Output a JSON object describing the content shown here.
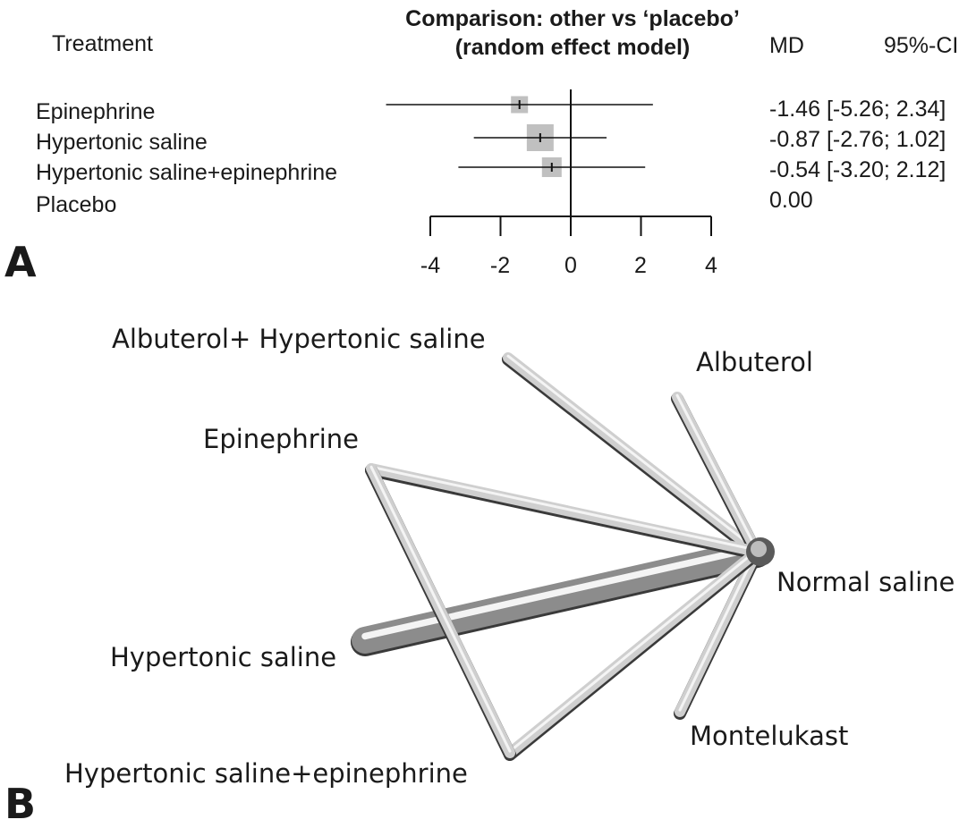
{
  "chart_data": [
    {
      "type": "forest",
      "title_line1": "Comparison: other vs ‘placebo’",
      "title_line2": "(random effect model)",
      "column_headers": {
        "treatment": "Treatment",
        "md": "MD",
        "ci": "95%-CI"
      },
      "xlim": [
        -4,
        4
      ],
      "x_ticks": [
        -4,
        -2,
        0,
        2,
        4
      ],
      "tick_labels": [
        "-4",
        "-2",
        "0",
        "2",
        "4"
      ],
      "rows": [
        {
          "label": "Epinephrine",
          "md": -1.46,
          "lower": -5.26,
          "upper": 2.34,
          "md_text": "-1.46",
          "ci_text": "[-5.26; 2.34]",
          "weight": 0.45
        },
        {
          "label": "Hypertonic saline",
          "md": -0.87,
          "lower": -2.76,
          "upper": 1.02,
          "md_text": "-0.87",
          "ci_text": "[-2.76; 1.02]",
          "weight": 1.0
        },
        {
          "label": "Hypertonic saline+epinephrine",
          "md": -0.54,
          "lower": -3.2,
          "upper": 2.12,
          "md_text": "-0.54",
          "ci_text": "[-3.20; 2.12]",
          "weight": 0.6
        },
        {
          "label": "Placebo",
          "md": 0.0,
          "md_text": "0.00",
          "ci_text": ""
        }
      ],
      "panel_label": "A"
    },
    {
      "type": "network",
      "panel_label": "B",
      "nodes": [
        {
          "id": "albhs",
          "label": "Albuterol+ Hypertonic saline"
        },
        {
          "id": "alb",
          "label": "Albuterol"
        },
        {
          "id": "epi",
          "label": "Epinephrine"
        },
        {
          "id": "ns",
          "label": "Normal saline"
        },
        {
          "id": "hs",
          "label": "Hypertonic saline"
        },
        {
          "id": "mont",
          "label": "Montelukast"
        },
        {
          "id": "hsepi",
          "label": "Hypertonic saline+epinephrine"
        }
      ],
      "edges": [
        {
          "from": "hs",
          "to": "ns",
          "weight": 5
        },
        {
          "from": "albhs",
          "to": "ns",
          "weight": 1
        },
        {
          "from": "alb",
          "to": "ns",
          "weight": 1
        },
        {
          "from": "epi",
          "to": "ns",
          "weight": 1
        },
        {
          "from": "mont",
          "to": "ns",
          "weight": 1
        },
        {
          "from": "hsepi",
          "to": "ns",
          "weight": 1
        },
        {
          "from": "epi",
          "to": "hsepi",
          "weight": 1
        }
      ]
    }
  ]
}
